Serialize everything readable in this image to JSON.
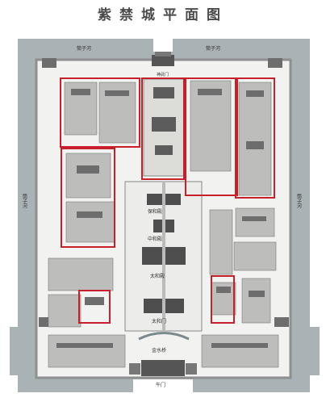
{
  "title": "紫禁城平面图",
  "labels": {
    "moat_north": "筒子河",
    "moat_west": "筒子河",
    "moat_east": "筒子河",
    "gate_north": "神武门",
    "gate_south": "午门",
    "baohe_hall": "保和殿",
    "zhonghe_hall": "中和殿",
    "taihe_hall": "太和殿",
    "taihe_gate": "太和门",
    "golden_water": "金水桥"
  },
  "colors": {
    "highlight": "#c8202a",
    "moat": "#a9b2b4",
    "wall": "#8f8f8f",
    "building": "#6d6d6d",
    "grass": "#e9ede7"
  }
}
